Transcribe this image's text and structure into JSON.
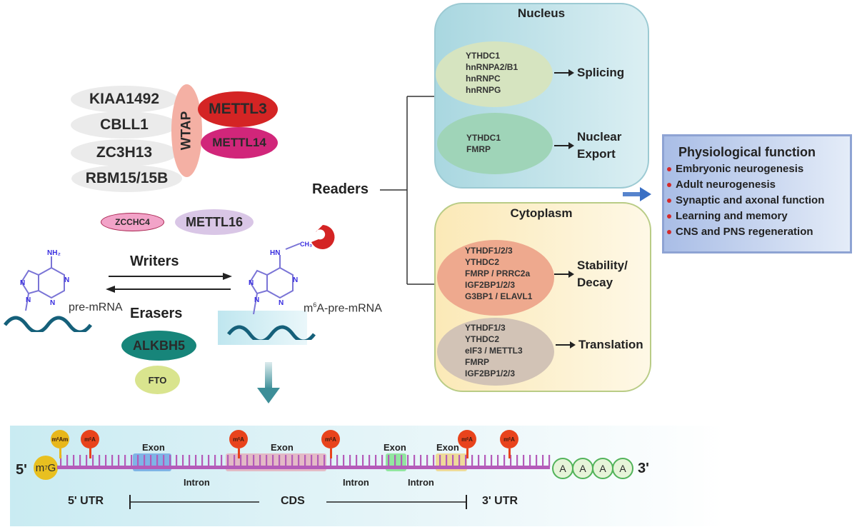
{
  "writer_complex": {
    "adaptors": [
      "KIAA1492",
      "CBLL1",
      "ZC3H13",
      "RBM15/15B"
    ],
    "core_scaffold": "WTAP",
    "core_enzymes": [
      "METTL3",
      "METTL14"
    ],
    "other_writers": [
      "ZCCHC4",
      "METTL16"
    ]
  },
  "conversion": {
    "left_molecule": {
      "group": "NH2",
      "label": "pre-mRNA"
    },
    "right_molecule": {
      "group": "HN—CH3",
      "label_prefix": "m",
      "label_sup": "6",
      "label_suffix": "A-pre-mRNA"
    },
    "forward_label": "Writers",
    "reverse_label": "Erasers",
    "erasers": [
      "ALKBH5",
      "FTO"
    ]
  },
  "readers": {
    "label": "Readers",
    "nucleus": {
      "title": "Nucleus",
      "groups": [
        {
          "proteins": [
            "YTHDC1",
            "hnRNPA2/B1",
            "hnRNPC",
            "hnRNPG"
          ],
          "function": [
            "Splicing"
          ]
        },
        {
          "proteins": [
            "YTHDC1",
            "FMRP"
          ],
          "function": [
            "Nuclear",
            "Export"
          ]
        }
      ]
    },
    "cytoplasm": {
      "title": "Cytoplasm",
      "groups": [
        {
          "proteins": [
            "YTHDF1/2/3",
            "YTHDC2",
            "FMRP / PRRC2a",
            "IGF2BP1/2/3",
            "G3BP1 / ELAVL1"
          ],
          "function": [
            "Stability/",
            "Decay"
          ]
        },
        {
          "proteins": [
            "YTHDF1/3",
            "YTHDC2",
            "eIF3 / METTL3",
            "FMRP",
            "IGF2BP1/2/3"
          ],
          "function": [
            "Translation"
          ]
        }
      ]
    }
  },
  "physiological": {
    "title": "Physiological function",
    "items": [
      "Embryonic neurogenesis",
      "Adult neurogenesis",
      "Synaptic and axonal function",
      "Learning and memory",
      "CNS and PNS regeneration"
    ]
  },
  "mrna": {
    "five_prime": "5'",
    "three_prime": "3'",
    "cap": {
      "prefix": "m",
      "sup": "7",
      "suffix": "G"
    },
    "marks": [
      {
        "prefix": "m",
        "sup": "6",
        "suffix": "Am"
      },
      {
        "prefix": "m",
        "sup": "6",
        "suffix": "A"
      },
      {
        "prefix": "m",
        "sup": "6",
        "suffix": "A"
      },
      {
        "prefix": "m",
        "sup": "6",
        "suffix": "A"
      },
      {
        "prefix": "m",
        "sup": "6",
        "suffix": "A"
      },
      {
        "prefix": "m",
        "sup": "6",
        "suffix": "A"
      }
    ],
    "exon_label": "Exon",
    "intron_label": "Intron",
    "polyA": [
      "A",
      "A",
      "A",
      "A"
    ],
    "regions": {
      "utr5": "5' UTR",
      "cds": "CDS",
      "utr3": "3' UTR"
    }
  },
  "colors": {
    "mettl3": "#d42424",
    "mettl14": "#d1267a",
    "wtap": "#f4b0a4",
    "zcchc4": "#f2a3c8",
    "mettl16": "#d9c6e6",
    "alkbh5": "#17857a",
    "fto": "#d9e48e",
    "nucleus_bg": "#bfe0e6",
    "cytoplasm_bg": "#fdeec0",
    "phys_bg": "#b7c9ea",
    "m6a_mark": "#e8431c",
    "m6am_mark": "#e8b71c",
    "strand": "#b45bb9"
  }
}
